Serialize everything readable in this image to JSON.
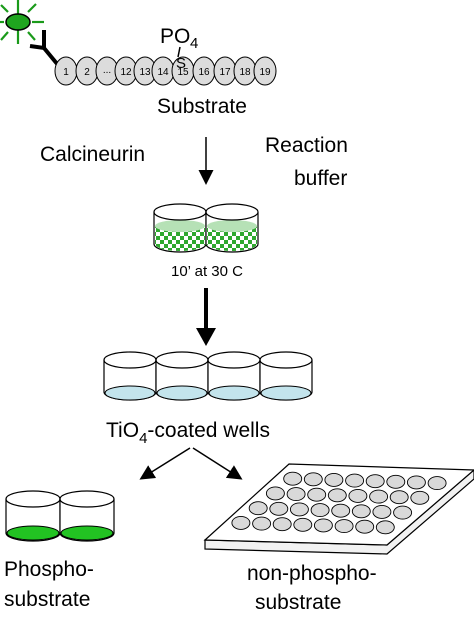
{
  "substrate": {
    "label": "Substrate",
    "phosphate_label": "PO",
    "phosphate_subscript": "4",
    "serine_label": "S",
    "residues": [
      "1",
      "2",
      "...",
      "12",
      "13",
      "14",
      "15",
      "16",
      "17",
      "18",
      "19"
    ]
  },
  "reaction": {
    "enzyme_label": "Calcineurin",
    "buffer_label_line1": "Reaction",
    "buffer_label_line2": "buffer",
    "incubation_label": "10’ at 30 C"
  },
  "wells": {
    "label_prefix": "TiO",
    "label_subscript": "4",
    "label_suffix": "-coated wells"
  },
  "outputs": {
    "phospho_line1": "Phospho-",
    "phospho_line2": "substrate",
    "nonphospho_line1": "non-phospho-",
    "nonphospho_line2": "substrate"
  },
  "colors": {
    "fluorophore": "#1fa51f",
    "bead": "#dcdcdc",
    "checker_green": "#2ea82e",
    "well_liquid": "#c3e4ec",
    "phospho_liquid": "#22c322",
    "plate_well": "#d9d9d9"
  }
}
